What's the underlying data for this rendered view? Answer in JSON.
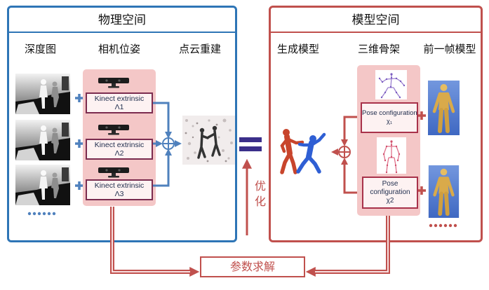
{
  "physical_space": {
    "title": "物理空间",
    "columns": [
      "深度图",
      "相机位姿",
      "点云重建"
    ],
    "cameras": [
      {
        "label": "Kinect extrinsic",
        "param": "Λ1"
      },
      {
        "label": "Kinect extrinsic",
        "param": "Λ2"
      },
      {
        "label": "Kinect extrinsic",
        "param": "Λ3"
      }
    ]
  },
  "model_space": {
    "title": "模型空间",
    "columns": [
      "生成模型",
      "三维骨架",
      "前一帧模型"
    ],
    "poses": [
      {
        "label": "Pose configuration",
        "param": "χ₁"
      },
      {
        "label": "Pose configuration",
        "param": "χ2"
      }
    ]
  },
  "optimize_label": "优化",
  "solve_label": "参数求解",
  "colors": {
    "physical_accent": "#2e75b6",
    "model_accent": "#c0504d",
    "pose_panel": "#f4c7c7",
    "equals_sign": "#3b2f8a"
  }
}
